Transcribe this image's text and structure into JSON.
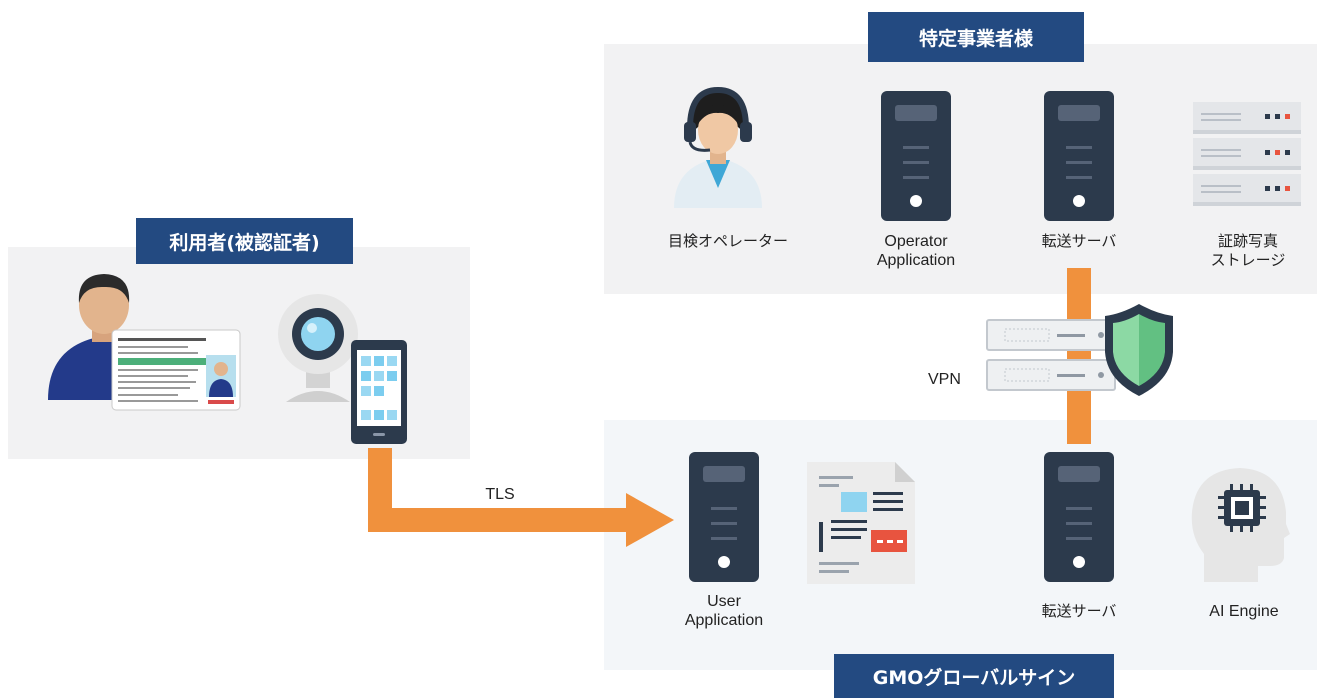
{
  "groups": {
    "user": {
      "title": "利用者(被認証者)"
    },
    "business": {
      "title": "特定事業者様"
    },
    "gmo": {
      "title": "GMOグローバルサイン"
    }
  },
  "nodes": {
    "operator": "目検オペレーター",
    "operator_app_line1": "Operator",
    "operator_app_line2": "Application",
    "relay_top": "転送サーバ",
    "storage_line1": "証跡写真",
    "storage_line2": "ストレージ",
    "user_app_line1": "User",
    "user_app_line2": "Application",
    "relay_bottom": "転送サーバ",
    "ai_engine": "AI Engine"
  },
  "connections": {
    "tls": "TLS",
    "vpn": "VPN"
  },
  "colors": {
    "panel_bg": "#f2f2f3",
    "title_bg": "#234a81",
    "server_dark": "#2c3a4c",
    "connector_orange": "#f0913d",
    "shield_green": "#7ed49b"
  }
}
